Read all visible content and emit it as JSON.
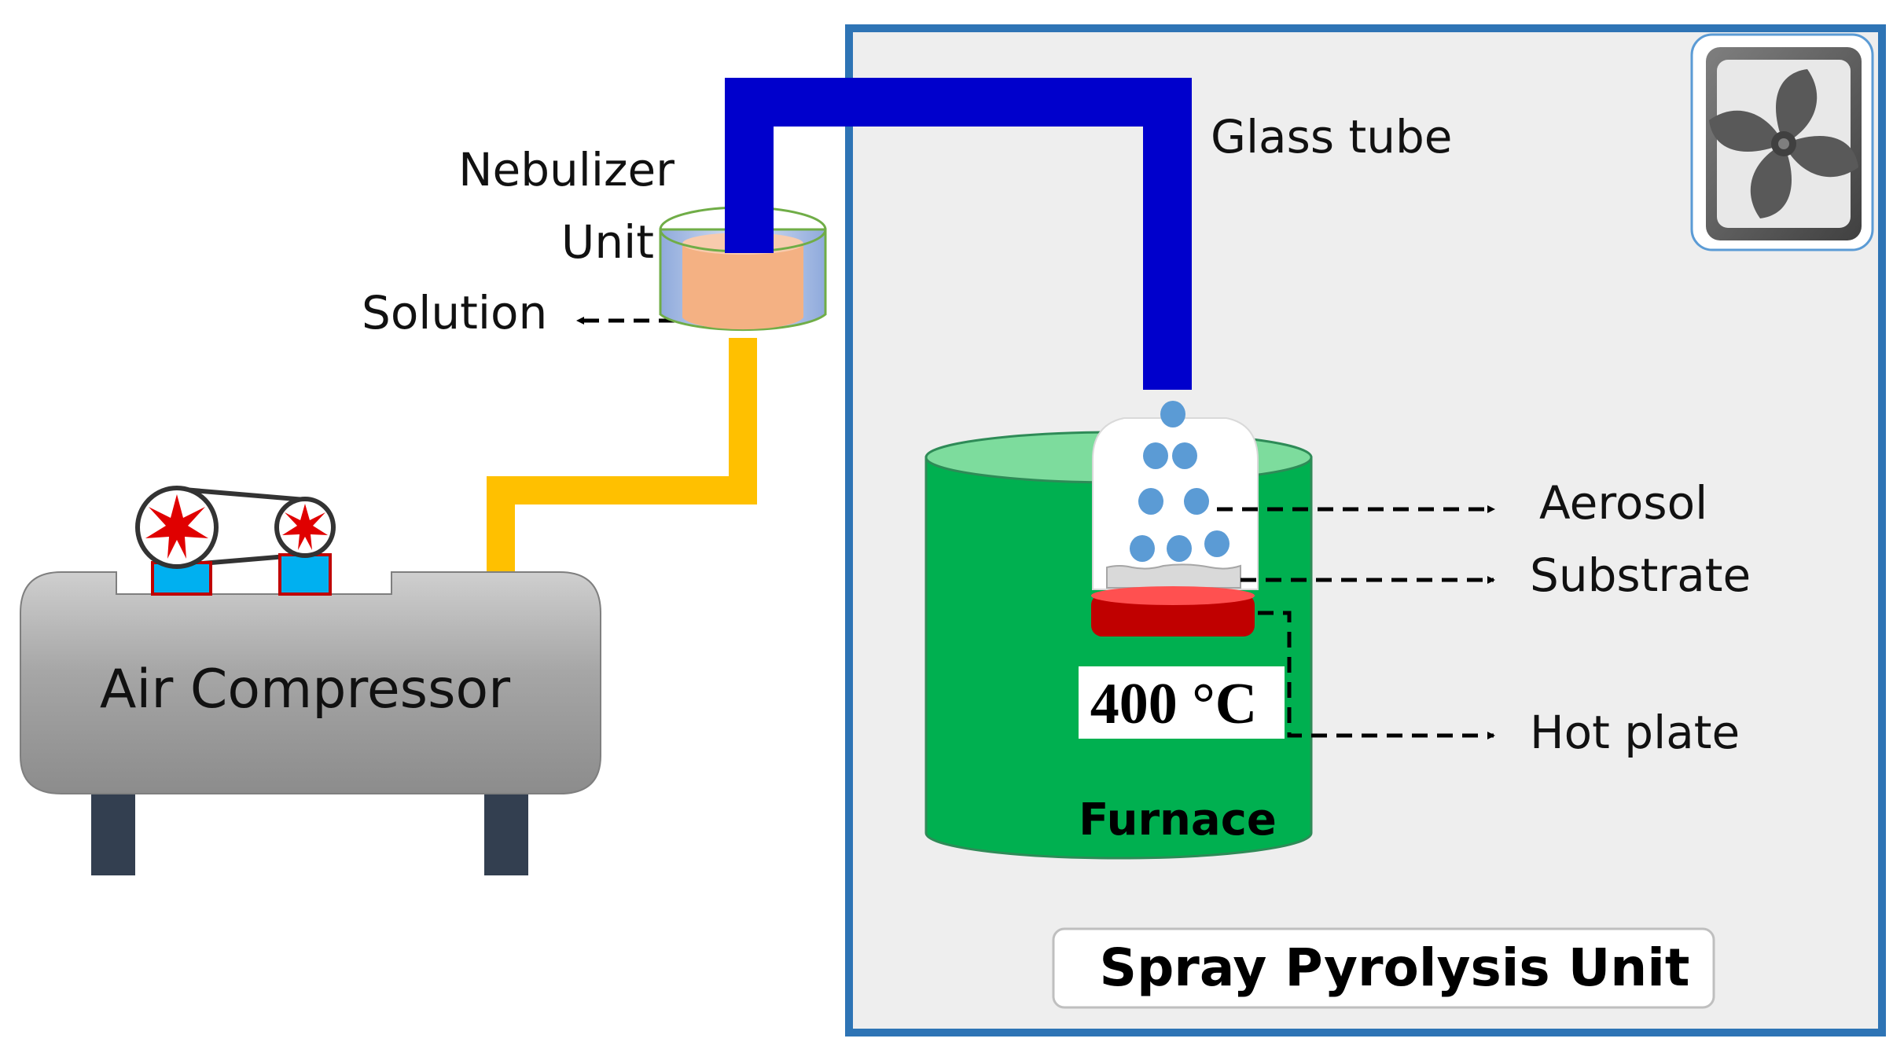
{
  "labels": {
    "nebulizer_line1": "Nebulizer",
    "nebulizer_line2": "Unit",
    "solution": "Solution",
    "glass_tube": "Glass tube",
    "aerosol": "Aerosol",
    "substrate": "Substrate",
    "hot_plate": "Hot plate",
    "temperature": "400 °C",
    "furnace": "Furnace",
    "air_compressor": "Air Compressor",
    "spray_pyrolysis_unit": "Spray Pyrolysis Unit"
  },
  "colors": {
    "enclosure_border": "#2e74b5",
    "enclosure_fill": "#eeeeee",
    "glass_tube": "#0000cc",
    "air_line": "#ffc000",
    "furnace": "#00b050",
    "furnace_top": "#7ddc9d",
    "hot_plate": "#c00000",
    "droplet": "#5b9bd5",
    "solution": "#f4b183",
    "compressor_body": "#a6a6a6",
    "compressor_legs": "#333f50",
    "motor_wheel": "#e00000",
    "motor_base": "#00b0f0",
    "fan": "#595959"
  },
  "icons": {
    "exhaust": "exhaust-fan-icon",
    "motor": "motor-pulley-icon"
  }
}
